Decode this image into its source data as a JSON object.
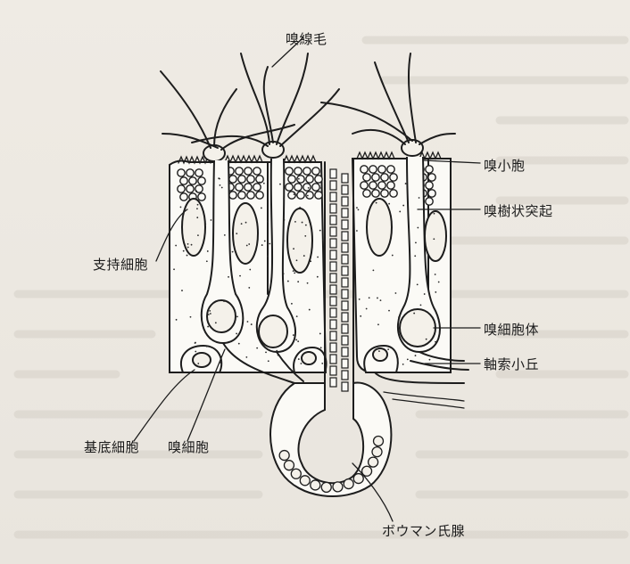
{
  "labels": {
    "cilia": "嗅線毛",
    "vesicle": "嗅小胞",
    "dendrite": "嗅樹状突起",
    "supporting_cell": "支持細胞",
    "cell_body": "嗅細胞体",
    "axon_hillock": "軸索小丘",
    "basal_cell": "基底細胞",
    "olfactory_cell": "嗅細胞",
    "bowman_gland": "ボウマン氏腺"
  },
  "colors": {
    "ink": "#1d1d1d",
    "paper": "#ece8e1",
    "cell": "#fbfaf6"
  }
}
